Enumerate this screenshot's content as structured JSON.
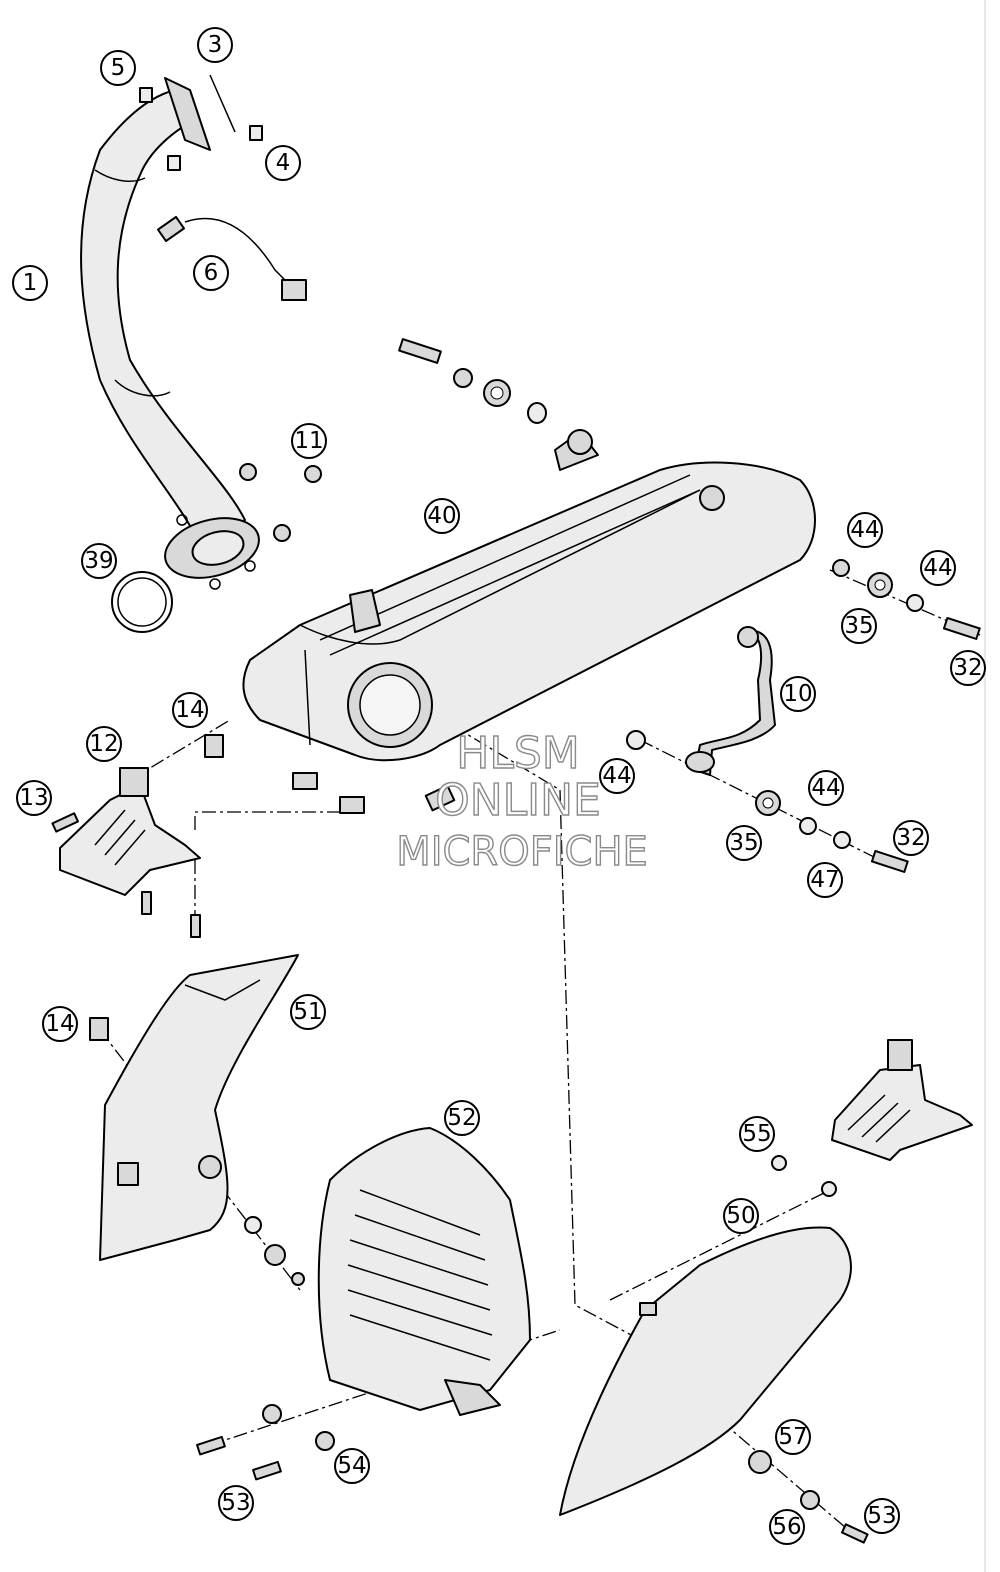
{
  "callouts": {
    "c1": "1",
    "c3": "3",
    "c4": "4",
    "c5": "5",
    "c6": "6",
    "c10": "10",
    "c11": "11",
    "c12": "12",
    "c13": "13",
    "c14a": "14",
    "c14b": "14",
    "c32a": "32",
    "c32b": "32",
    "c35a": "35",
    "c35b": "35",
    "c39": "39",
    "c40": "40",
    "c44a": "44",
    "c44b": "44",
    "c44c": "44",
    "c44d": "44",
    "c47": "47",
    "c50": "50",
    "c51": "51",
    "c52": "52",
    "c53a": "53",
    "c53b": "53",
    "c54": "54",
    "c55": "55",
    "c56": "56",
    "c57": "57"
  },
  "watermark": {
    "line1": "HLSM",
    "line2": "ONLINE",
    "line3": "MICROFICHE"
  }
}
